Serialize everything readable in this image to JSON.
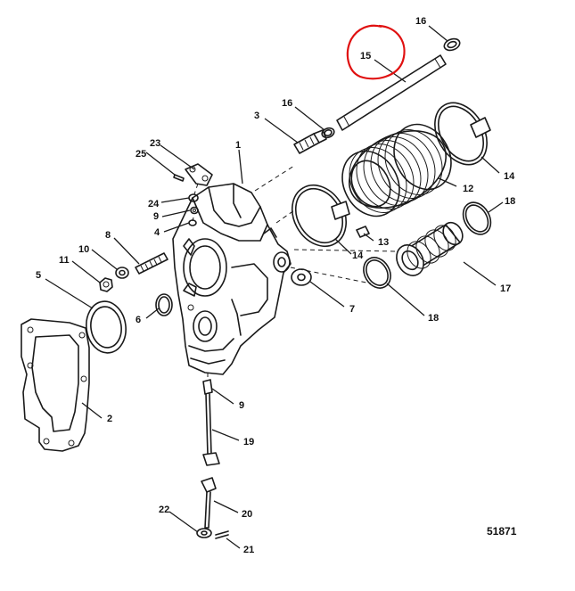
{
  "figure_id": "51871",
  "highlight_color": "#e01010",
  "callouts": {
    "c1": "1",
    "c2": "2",
    "c3": "3",
    "c4": "4",
    "c5": "5",
    "c6": "6",
    "c7": "7",
    "c8": "8",
    "c9a": "9",
    "c9b": "9",
    "c10": "10",
    "c11": "11",
    "c12": "12",
    "c13": "13",
    "c14a": "14",
    "c14b": "14",
    "c15": "15",
    "c16a": "16",
    "c16b": "16",
    "c17": "17",
    "c18a": "18",
    "c18b": "18",
    "c19": "19",
    "c20": "20",
    "c21": "21",
    "c22": "22",
    "c23": "23",
    "c24": "24",
    "c25": "25"
  },
  "highlighted_callout": "15"
}
